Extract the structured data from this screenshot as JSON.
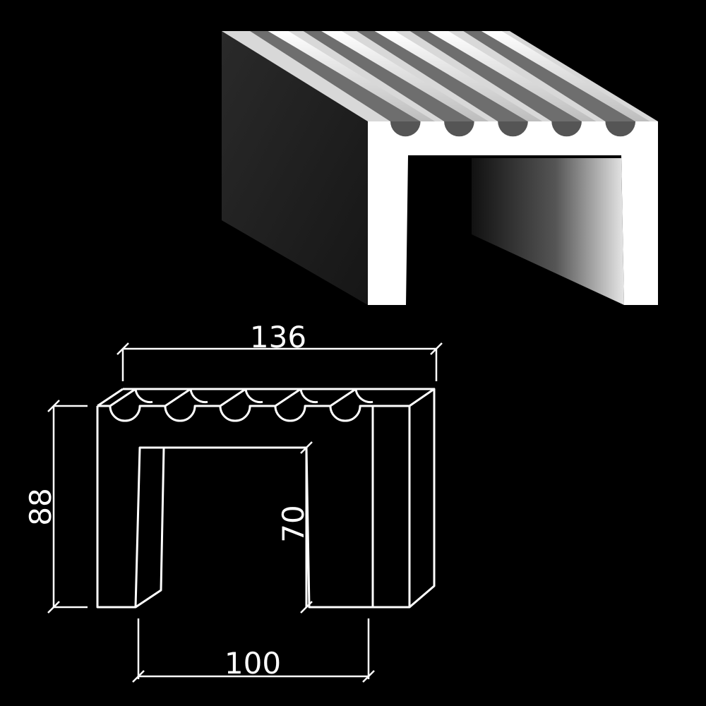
{
  "diagram": {
    "colors": {
      "background": "#000000",
      "lines": "#ffffff"
    },
    "render_3d": {
      "groove_count": 5
    },
    "drawing_2d": {
      "groove_count": 5,
      "dimensions": {
        "top_width": "136",
        "overall_height": "88",
        "inner_height": "70",
        "inner_width": "100"
      }
    }
  }
}
